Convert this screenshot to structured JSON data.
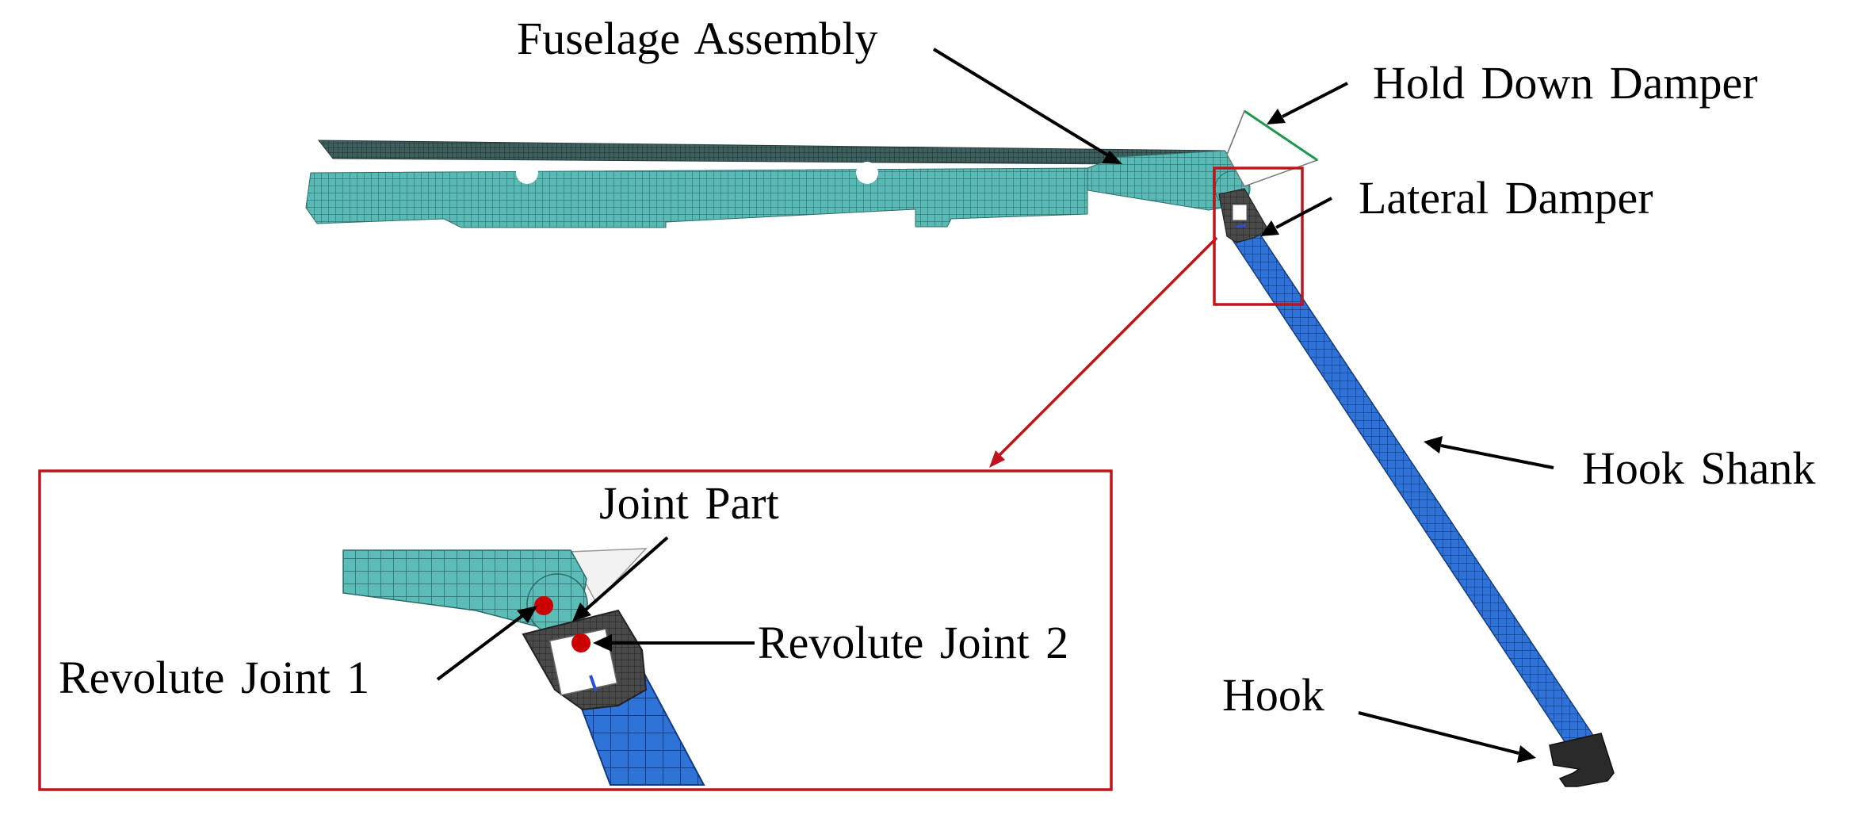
{
  "labels": {
    "fuselage_assembly": "Fuselage Assembly",
    "hold_down_damper": "Hold Down Damper",
    "lateral_damper": "Lateral Damper",
    "hook_shank": "Hook Shank",
    "hook": "Hook",
    "joint_part": "Joint Part",
    "revolute_joint_1": "Revolute Joint 1",
    "revolute_joint_2": "Revolute Joint 2"
  },
  "colors": {
    "fuselage_mesh": "#4fb3b0",
    "fuselage_dark": "#2f4a4a",
    "hook_shank": "#2a6fd6",
    "joint_dark": "#3a3a3a",
    "callout_box": "#c0141c",
    "joint_marker": "#cc0000",
    "damper_line": "#1a9a4a",
    "arrow": "#000000"
  }
}
